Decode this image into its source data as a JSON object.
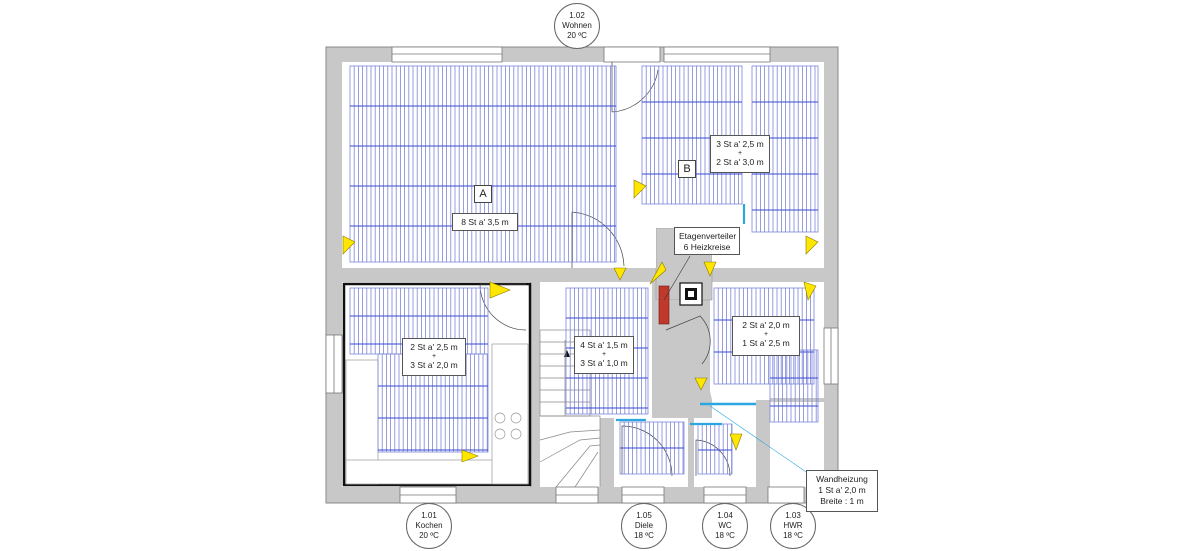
{
  "rooms": [
    {
      "id": "1.02",
      "name": "Wohnen",
      "temp": "20 ºC"
    },
    {
      "id": "1.01",
      "name": "Kochen",
      "temp": "20 ºC"
    },
    {
      "id": "1.05",
      "name": "Diele",
      "temp": "18 ºC"
    },
    {
      "id": "1.04",
      "name": "WC",
      "temp": "18 ºC"
    },
    {
      "id": "1.03",
      "name": "HWR",
      "temp": "18 ºC"
    }
  ],
  "zones": {
    "a": "A",
    "b": "B"
  },
  "circuits": {
    "a": "8 St a' 3,5 m",
    "b1": "3 St a' 2,5 m",
    "b_plus": "+",
    "b2": "2 St a' 3,0 m",
    "kochen1": "2 St a' 2,5 m",
    "kochen_plus": "+",
    "kochen2": "3 St a' 2,0 m",
    "diele1": "4 St a' 1,5 m",
    "diele_plus": "+",
    "diele2": "3 St a' 1,0 m",
    "hwr1": "2 St a' 2,0 m",
    "hwr_plus": "+",
    "hwr2": "1 St a' 2,5 m"
  },
  "distributor": {
    "line1": "Etagenverteiler",
    "line2": "6 Heizkreise"
  },
  "wall_heating": {
    "line1": "Wandheizung",
    "line2": "1 St a' 2,0 m",
    "line3": "Breite : 1 m"
  },
  "colors": {
    "wall": "#c8c8c8",
    "pipe": "#7b86d9",
    "pipe_dark": "#3a4ad0",
    "marker": "#ffe600",
    "feed": "#2aa6e0",
    "distributor": "#c0392b"
  }
}
